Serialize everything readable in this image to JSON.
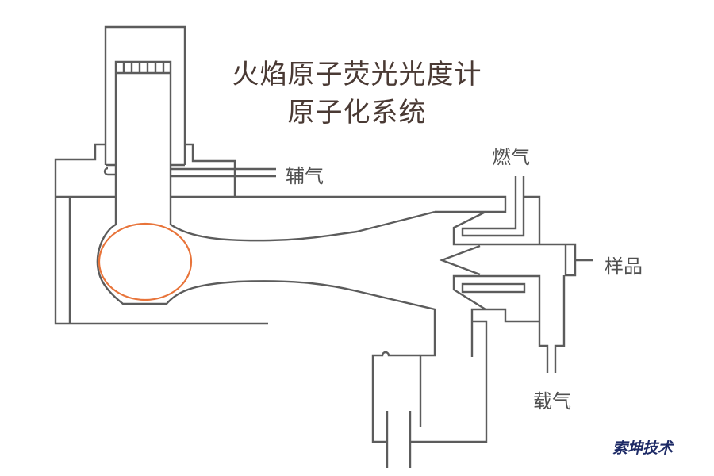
{
  "title": {
    "line1": "火焰原子荧光光度计",
    "line2": "原子化系统"
  },
  "labels": {
    "auxiliary_gas": "辅气",
    "fuel_gas": "燃气",
    "sample": "样品",
    "carrier_gas": "载气"
  },
  "watermark": "索坤技术",
  "colors": {
    "line": "#5c5c5c",
    "flame": "#e8743a",
    "title": "#4a3a34",
    "watermark": "#1d2a66"
  }
}
